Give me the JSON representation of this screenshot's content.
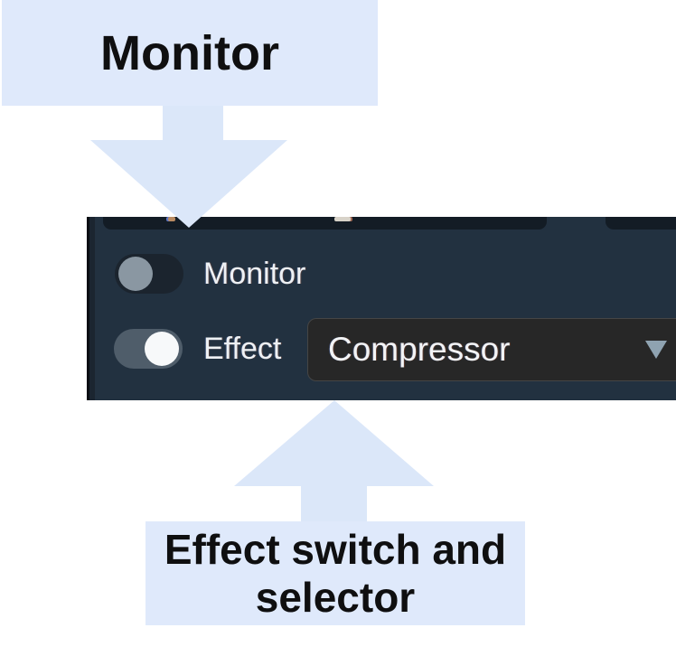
{
  "annotations": {
    "top_callout": {
      "text": "Monitor"
    },
    "bottom_callout": {
      "line1": "Effect switch and",
      "line2": "selector"
    }
  },
  "panel": {
    "monitor_row": {
      "label": "Monitor",
      "toggle_state": "off"
    },
    "effect_row": {
      "label": "Effect",
      "toggle_state": "on",
      "selector_value": "Compressor"
    }
  },
  "icons": {
    "dropdown_caret": "chevron-down-icon"
  },
  "colors": {
    "callout_bg": "#dfe9fb",
    "arrow": "#dbe7f9",
    "callout_text": "#0f0f10",
    "panel_bg": "#223140",
    "cut_control_bg": "#131c25",
    "toggle_off_track": "#1b242e",
    "toggle_off_knob": "#8a97a2",
    "toggle_on_track": "#4f5d6a",
    "toggle_on_knob": "#f7f9fa",
    "dropdown_bg": "#272727",
    "caret": "#8fa3b1",
    "panel_text": "#eef1f4"
  }
}
